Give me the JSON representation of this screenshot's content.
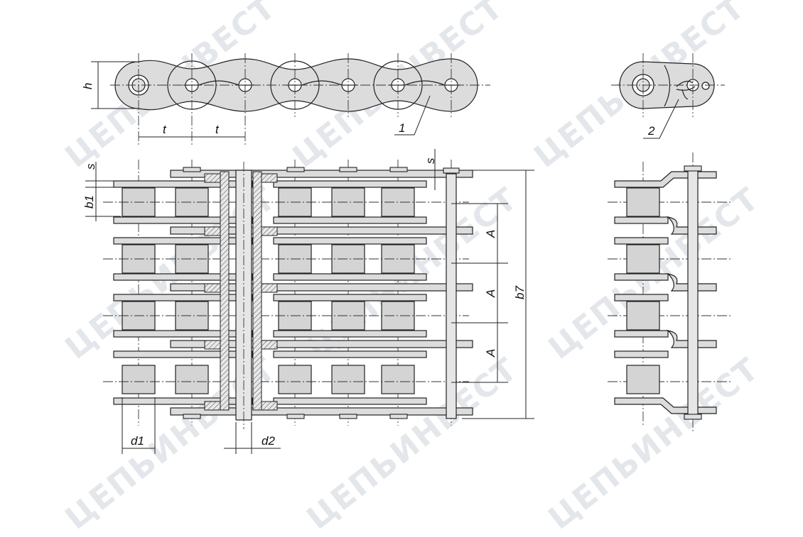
{
  "watermark": {
    "text": "ЦЕПЬИНВЕСТ"
  },
  "labels": {
    "h": "h",
    "t1": "t",
    "t2": "t",
    "callout_1": "1",
    "callout_2": "2",
    "s_left": "s",
    "s_right": "s",
    "b1": "b1",
    "A1": "A",
    "A2": "A",
    "A3": "A",
    "b7": "b7",
    "d1": "d1",
    "d2": "d2"
  },
  "colors": {
    "fill": "#dcdcdc",
    "line": "#222222",
    "watermark": "#e3e7eb"
  },
  "icons": [
    "chain-link-logo-icon"
  ]
}
